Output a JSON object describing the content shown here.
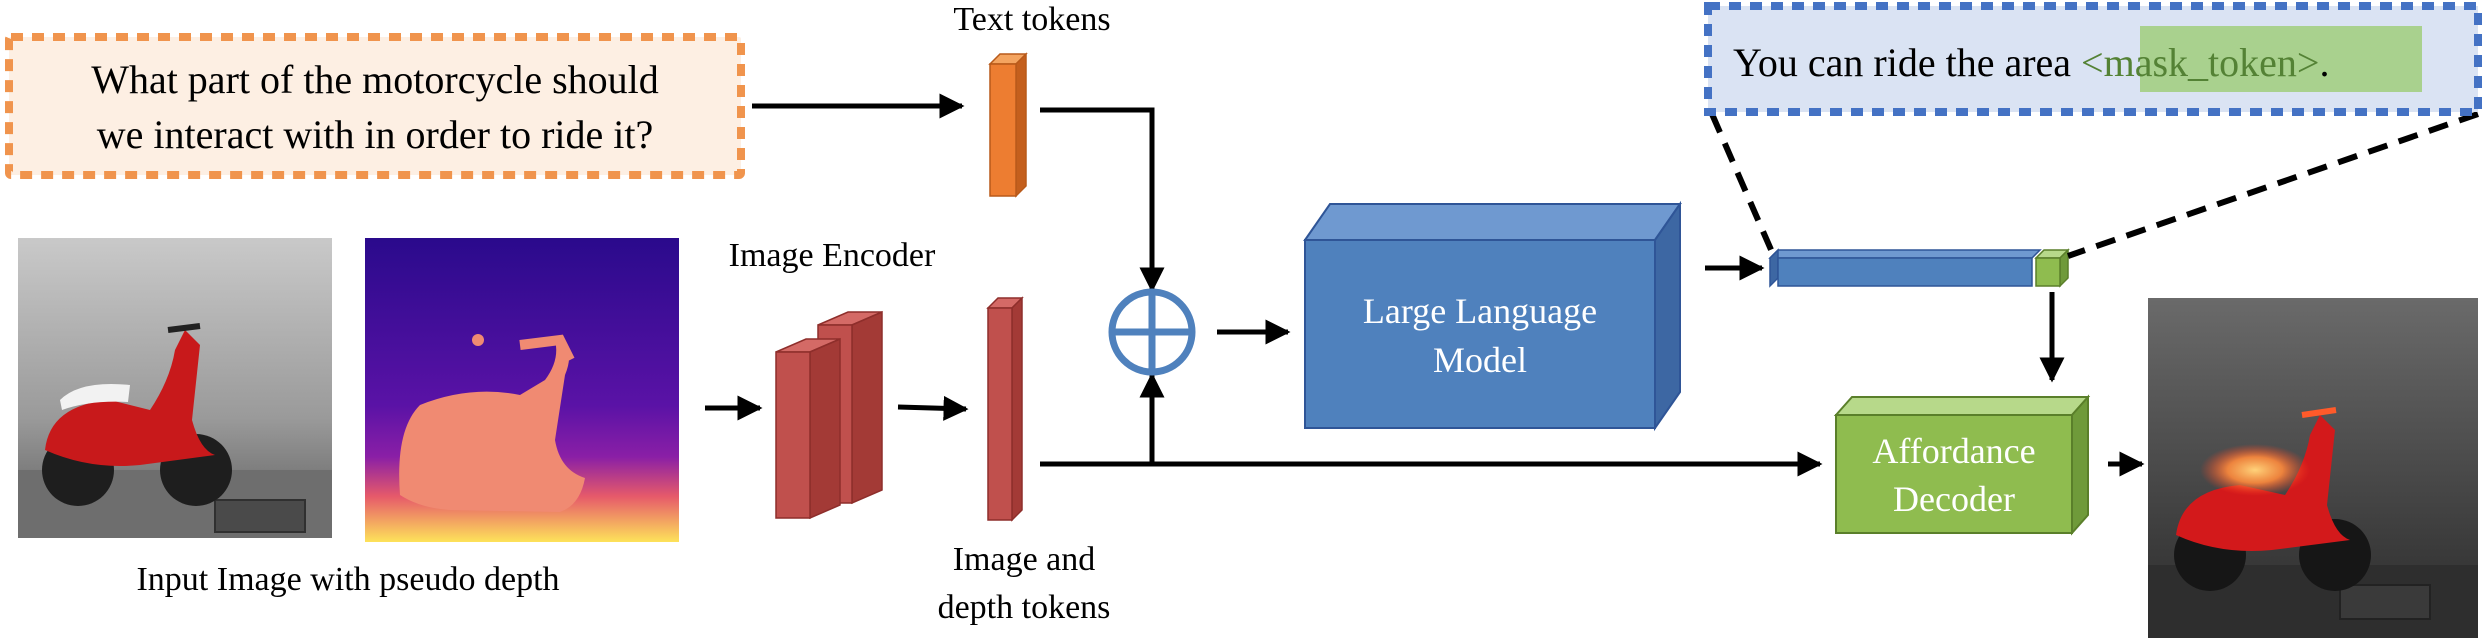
{
  "question": {
    "line1": "What part of the motorcycle should",
    "line2": "we interact with in order to ride it?"
  },
  "answer": {
    "prefix": "You can ride the area ",
    "token": "<mask_token>",
    "suffix": "."
  },
  "labels": {
    "text_tokens": "Text tokens",
    "image_encoder": "Image Encoder",
    "image_depth_tokens_1": "Image and",
    "image_depth_tokens_2": "depth tokens",
    "input_image_caption": "Input Image with pseudo depth",
    "llm_line1": "Large Language",
    "llm_line2": "Model",
    "decoder_line1": "Affordance",
    "decoder_line2": "Decoder"
  },
  "colors": {
    "question_border": "#F0944D",
    "question_fill": "#FDEFE3",
    "answer_border": "#4472C4",
    "answer_fill": "#DAE3F3",
    "mask_token_fill": "#A9D18E",
    "mask_token_text": "#548235",
    "text_token": "#ED7D31",
    "image_encoder": "#C0504D",
    "llm": "#4F81BD",
    "decoder": "#8FBC4F",
    "arrows": "#000000"
  }
}
